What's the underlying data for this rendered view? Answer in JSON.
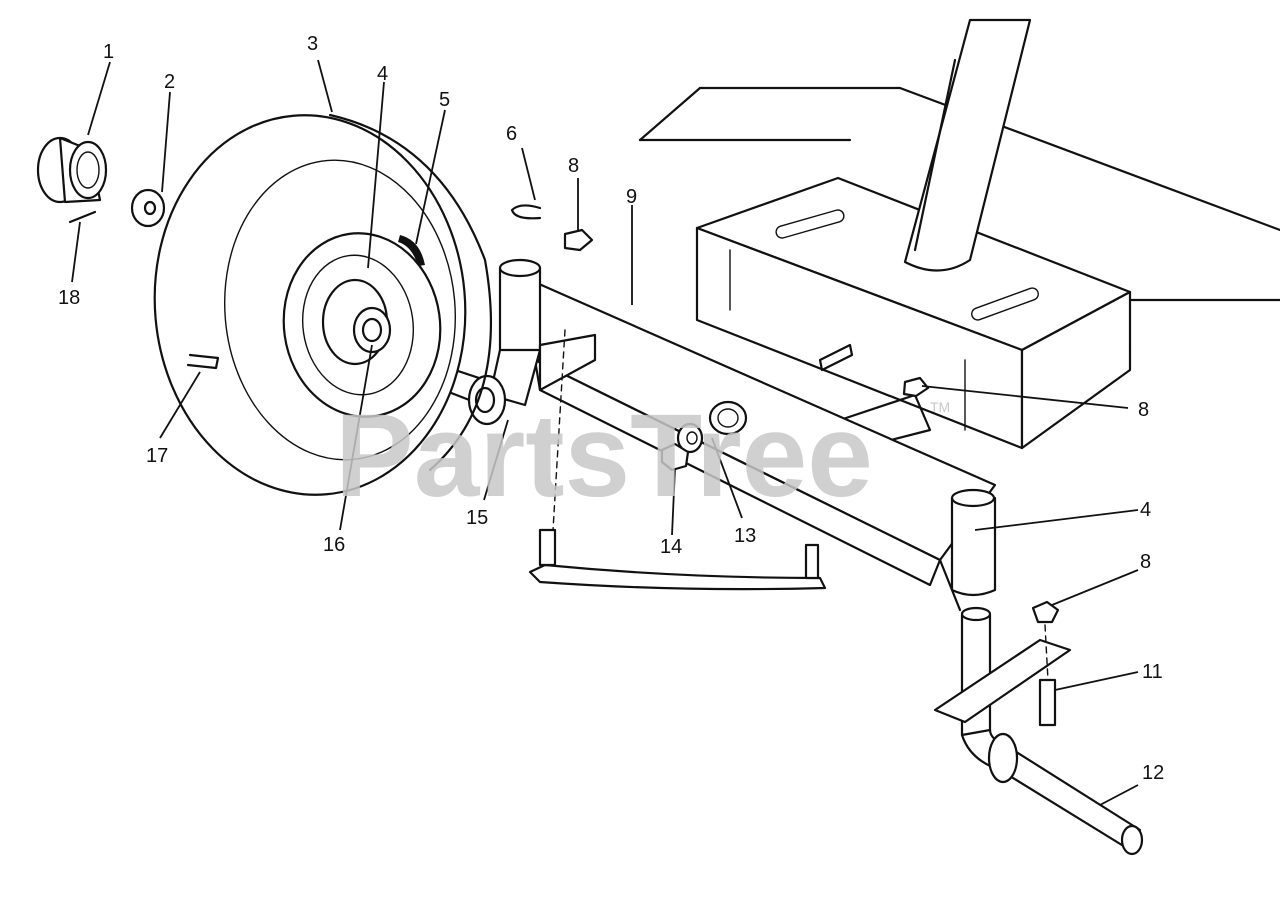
{
  "watermark": {
    "text": "PartsTree",
    "trademark": "TM"
  },
  "callouts": [
    {
      "id": "c1",
      "label": "1"
    },
    {
      "id": "c2",
      "label": "2"
    },
    {
      "id": "c3",
      "label": "3"
    },
    {
      "id": "c4a",
      "label": "4"
    },
    {
      "id": "c5",
      "label": "5"
    },
    {
      "id": "c6",
      "label": "6"
    },
    {
      "id": "c8a",
      "label": "8"
    },
    {
      "id": "c9",
      "label": "9"
    },
    {
      "id": "c8b",
      "label": "8"
    },
    {
      "id": "c4b",
      "label": "4"
    },
    {
      "id": "c8c",
      "label": "8"
    },
    {
      "id": "c11",
      "label": "11"
    },
    {
      "id": "c12",
      "label": "12"
    },
    {
      "id": "c13",
      "label": "13"
    },
    {
      "id": "c14",
      "label": "14"
    },
    {
      "id": "c15",
      "label": "15"
    },
    {
      "id": "c16",
      "label": "16"
    },
    {
      "id": "c17",
      "label": "17"
    },
    {
      "id": "c18",
      "label": "18"
    }
  ]
}
